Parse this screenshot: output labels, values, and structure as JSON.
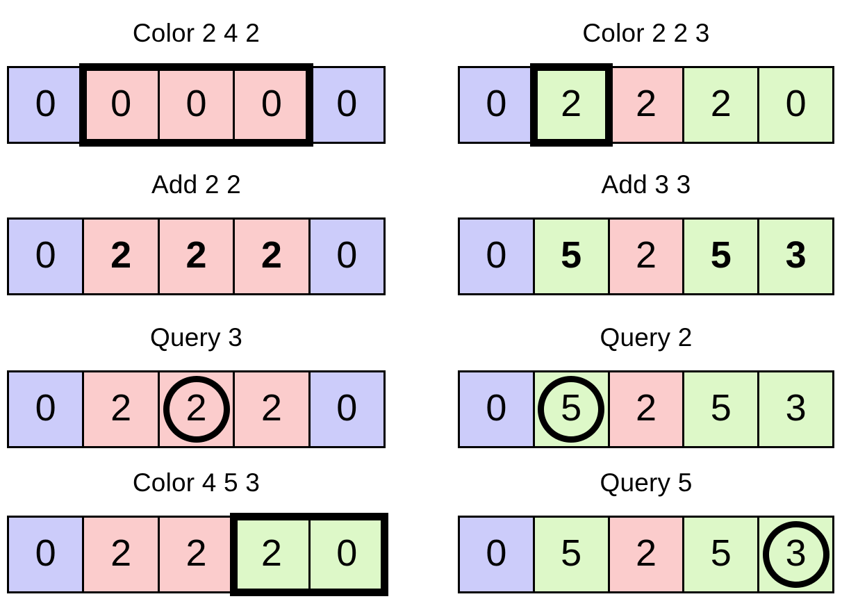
{
  "figure": {
    "description": "Two-column sequence of array operation steps on a 5-cell array",
    "colors": {
      "blue": "#ccccfa",
      "pink": "#fbcccc",
      "green": "#ddf8c8",
      "border": "#000000",
      "background": "#ffffff"
    }
  },
  "panels": [
    {
      "id": "color-2-4-2",
      "title": "Color 2 4 2",
      "column": "left",
      "row": 1,
      "cells": [
        {
          "value": "0",
          "fill": "blue",
          "bold": false,
          "circled": false
        },
        {
          "value": "0",
          "fill": "pink",
          "bold": false,
          "circled": false
        },
        {
          "value": "0",
          "fill": "pink",
          "bold": false,
          "circled": false
        },
        {
          "value": "0",
          "fill": "pink",
          "bold": false,
          "circled": false
        },
        {
          "value": "0",
          "fill": "blue",
          "bold": false,
          "circled": false
        }
      ],
      "selection": {
        "from": 1,
        "to": 3
      }
    },
    {
      "id": "color-2-2-3",
      "title": "Color 2 2 3",
      "column": "right",
      "row": 1,
      "cells": [
        {
          "value": "0",
          "fill": "blue",
          "bold": false,
          "circled": false
        },
        {
          "value": "2",
          "fill": "green",
          "bold": false,
          "circled": false
        },
        {
          "value": "2",
          "fill": "pink",
          "bold": false,
          "circled": false
        },
        {
          "value": "2",
          "fill": "green",
          "bold": false,
          "circled": false
        },
        {
          "value": "0",
          "fill": "green",
          "bold": false,
          "circled": false
        }
      ],
      "selection": {
        "from": 1,
        "to": 1
      }
    },
    {
      "id": "add-2-2",
      "title": "Add 2 2",
      "column": "left",
      "row": 2,
      "cells": [
        {
          "value": "0",
          "fill": "blue",
          "bold": false,
          "circled": false
        },
        {
          "value": "2",
          "fill": "pink",
          "bold": true,
          "circled": false
        },
        {
          "value": "2",
          "fill": "pink",
          "bold": true,
          "circled": false
        },
        {
          "value": "2",
          "fill": "pink",
          "bold": true,
          "circled": false
        },
        {
          "value": "0",
          "fill": "blue",
          "bold": false,
          "circled": false
        }
      ],
      "selection": null
    },
    {
      "id": "add-3-3",
      "title": "Add 3 3",
      "column": "right",
      "row": 2,
      "cells": [
        {
          "value": "0",
          "fill": "blue",
          "bold": false,
          "circled": false
        },
        {
          "value": "5",
          "fill": "green",
          "bold": true,
          "circled": false
        },
        {
          "value": "2",
          "fill": "pink",
          "bold": false,
          "circled": false
        },
        {
          "value": "5",
          "fill": "green",
          "bold": true,
          "circled": false
        },
        {
          "value": "3",
          "fill": "green",
          "bold": true,
          "circled": false
        }
      ],
      "selection": null
    },
    {
      "id": "query-3",
      "title": "Query 3",
      "column": "left",
      "row": 3,
      "cells": [
        {
          "value": "0",
          "fill": "blue",
          "bold": false,
          "circled": false
        },
        {
          "value": "2",
          "fill": "pink",
          "bold": false,
          "circled": false
        },
        {
          "value": "2",
          "fill": "pink",
          "bold": false,
          "circled": true
        },
        {
          "value": "2",
          "fill": "pink",
          "bold": false,
          "circled": false
        },
        {
          "value": "0",
          "fill": "blue",
          "bold": false,
          "circled": false
        }
      ],
      "selection": null
    },
    {
      "id": "query-2",
      "title": "Query 2",
      "column": "right",
      "row": 3,
      "cells": [
        {
          "value": "0",
          "fill": "blue",
          "bold": false,
          "circled": false
        },
        {
          "value": "5",
          "fill": "green",
          "bold": false,
          "circled": true
        },
        {
          "value": "2",
          "fill": "pink",
          "bold": false,
          "circled": false
        },
        {
          "value": "5",
          "fill": "green",
          "bold": false,
          "circled": false
        },
        {
          "value": "3",
          "fill": "green",
          "bold": false,
          "circled": false
        }
      ],
      "selection": null
    },
    {
      "id": "color-4-5-3",
      "title": "Color 4 5 3",
      "column": "left",
      "row": 4,
      "cells": [
        {
          "value": "0",
          "fill": "blue",
          "bold": false,
          "circled": false
        },
        {
          "value": "2",
          "fill": "pink",
          "bold": false,
          "circled": false
        },
        {
          "value": "2",
          "fill": "pink",
          "bold": false,
          "circled": false
        },
        {
          "value": "2",
          "fill": "green",
          "bold": false,
          "circled": false
        },
        {
          "value": "0",
          "fill": "green",
          "bold": false,
          "circled": false
        }
      ],
      "selection": {
        "from": 3,
        "to": 4
      }
    },
    {
      "id": "query-5",
      "title": "Query 5",
      "column": "right",
      "row": 4,
      "cells": [
        {
          "value": "0",
          "fill": "blue",
          "bold": false,
          "circled": false
        },
        {
          "value": "5",
          "fill": "green",
          "bold": false,
          "circled": false
        },
        {
          "value": "2",
          "fill": "pink",
          "bold": false,
          "circled": false
        },
        {
          "value": "5",
          "fill": "green",
          "bold": false,
          "circled": false
        },
        {
          "value": "3",
          "fill": "green",
          "bold": false,
          "circled": true
        }
      ],
      "selection": null
    }
  ]
}
